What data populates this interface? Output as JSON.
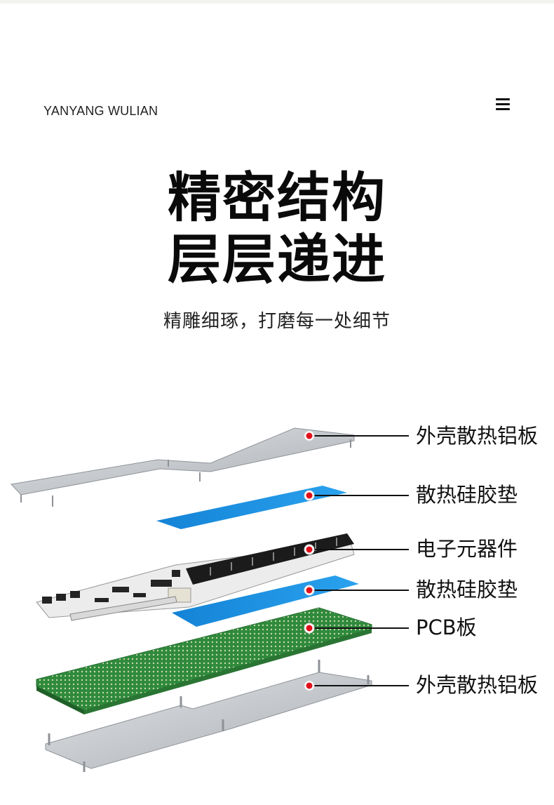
{
  "brand": "YANYANG WULIAN",
  "title_line1": "精密结构",
  "title_line2": "层层递进",
  "subtitle": "精雕细琢，打磨每一处细节",
  "layers": [
    {
      "label": "外壳散热铝板"
    },
    {
      "label": "散热硅胶垫"
    },
    {
      "label": "电子元器件"
    },
    {
      "label": "散热硅胶垫"
    },
    {
      "label": "PCB板"
    },
    {
      "label": "外壳散热铝板"
    }
  ],
  "colors": {
    "aluminum": "#c9ccd0",
    "silicone_pad": "#1e90e0",
    "pcb": "#2e8b3a",
    "components": "#1b1b1b",
    "marker": "#e0101a"
  },
  "icons": {
    "menu": "hamburger-menu-icon"
  }
}
